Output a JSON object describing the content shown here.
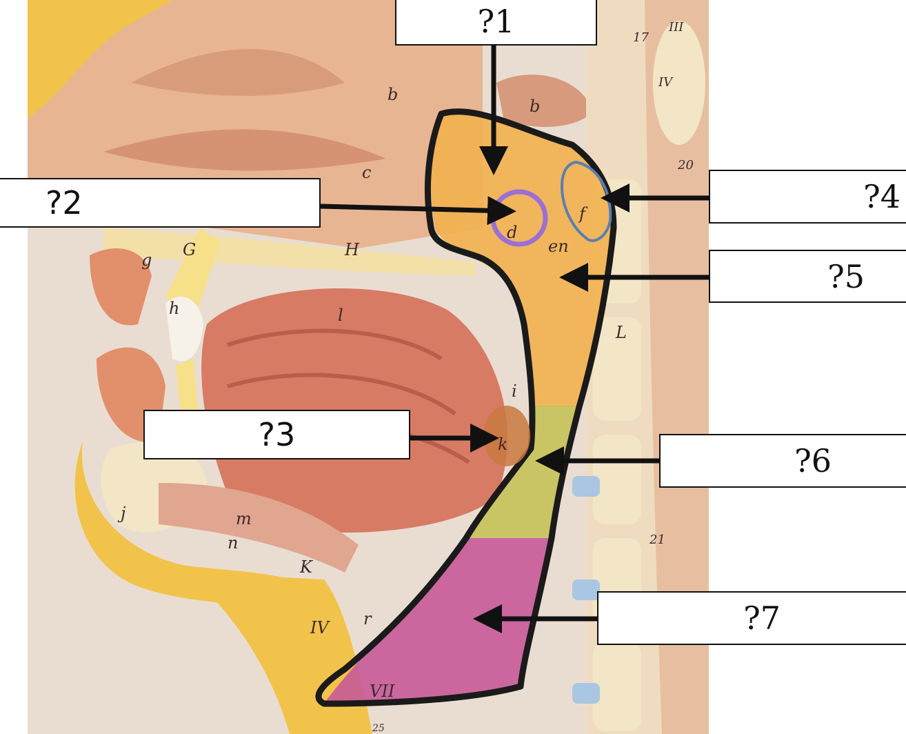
{
  "labels": [
    {
      "id": "1",
      "text": "?1"
    },
    {
      "id": "2",
      "text": "?2"
    },
    {
      "id": "3",
      "text": "?3"
    },
    {
      "id": "4",
      "text": "?4"
    },
    {
      "id": "5",
      "text": "?5"
    },
    {
      "id": "6",
      "text": "?6"
    },
    {
      "id": "7",
      "text": "?7"
    }
  ],
  "model_marks": {
    "b1": "b",
    "b2": "b",
    "c": "c",
    "d": "d",
    "en": "en",
    "f": "f",
    "g": "g",
    "G": "G",
    "H": "H",
    "h": "h",
    "i1": "l",
    "i2": "i",
    "k": "k",
    "j": "j",
    "m": "m",
    "n": "n",
    "K": "K",
    "IV": "IV",
    "VII": "VII",
    "L": "L",
    "t": "r",
    "v17": "17",
    "vIII": "III",
    "vIV": "IV",
    "v20": "20",
    "v21": "21",
    "v25": "25"
  },
  "colors": {
    "nasopharynx": "#f2b04f",
    "oropharynx": "#c6c25a",
    "laryngopharynx": "#c85a98",
    "outline": "#1a1a1a",
    "circle": "#9b6fd6",
    "tonsil_outline": "#5a7fb0"
  }
}
